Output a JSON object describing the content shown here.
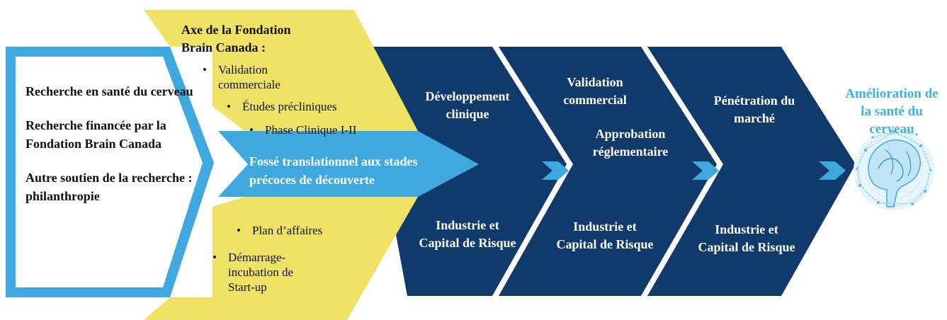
{
  "colors": {
    "light_blue": "#3fa9df",
    "yellow": "#efe264",
    "navy": "#0f3a6b",
    "result_text": "#3db2e3",
    "arrow_icon": "#3fa9df"
  },
  "left_box": {
    "items": [
      "Recherche en santé du cerveau",
      "Recherche financée par la Fondation Brain Canada",
      "Autre soutien de la recherche : philanthropie"
    ]
  },
  "yellow_top": {
    "title": "Axe de la Fondation Brain Canada :",
    "bullets": [
      "Validation commerciale",
      "Études précliniques",
      "Phase Clinique I-II"
    ]
  },
  "gap_label": "Fossé translationnel aux stades précoces de découverte",
  "yellow_bottom": {
    "bullets": [
      "Plan d’affaires",
      "Démarrage-incubation de Start-up"
    ]
  },
  "stages": [
    {
      "top": "Développement clinique",
      "middle": "",
      "bottom": "Industrie et Capital de Risque"
    },
    {
      "top": "Validation commercial",
      "middle": "Approbation réglementaire",
      "bottom": "Industrie et Capital de Risque"
    },
    {
      "top": "Pénétration du marché",
      "middle": "",
      "bottom": "Industrie et Capital de Risque"
    }
  ],
  "result": {
    "label": "Amélioration de la santé du cerveau",
    "icon": "brain-network-icon"
  }
}
